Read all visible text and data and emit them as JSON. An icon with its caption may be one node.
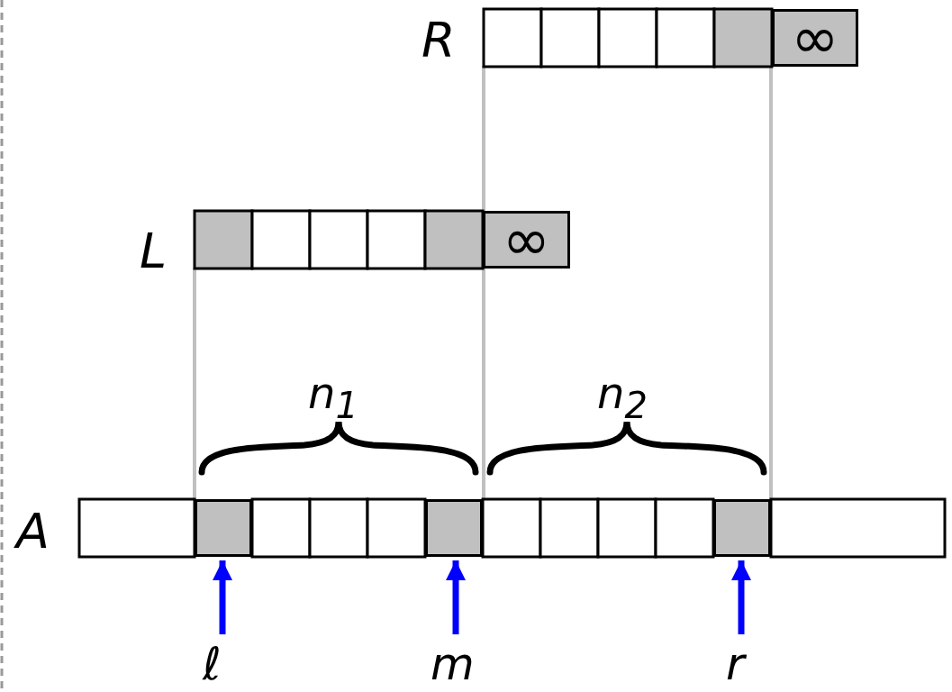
{
  "diagram": {
    "nodes": [
      {
        "text": [
          "ℓ"
        ]
      },
      {
        "text": [],
        "shape": "box"
      },
      {
        "text": [
          "m"
        ]
      },
      {
        "text": [],
        "shape": "box"
      },
      {
        "text": [
          "r"
        ]
      },
      {
        "text": [],
        "shape": "box"
      },
      {
        "text": [
          "∞"
        ]
      },
      {
        "text": [
          "∞"
        ]
      }
    ],
    "edges": [
      {
        "from": 0,
        "to": 1,
        "arrow": "to"
      },
      {
        "from": 2,
        "to": 3,
        "arrow": "to"
      },
      {
        "from": 4,
        "to": 5,
        "arrow": "to"
      }
    ],
    "labels": [
      "R",
      "L",
      "n$_{1}$",
      "n$_{2}$",
      "A"
    ]
  }
}
